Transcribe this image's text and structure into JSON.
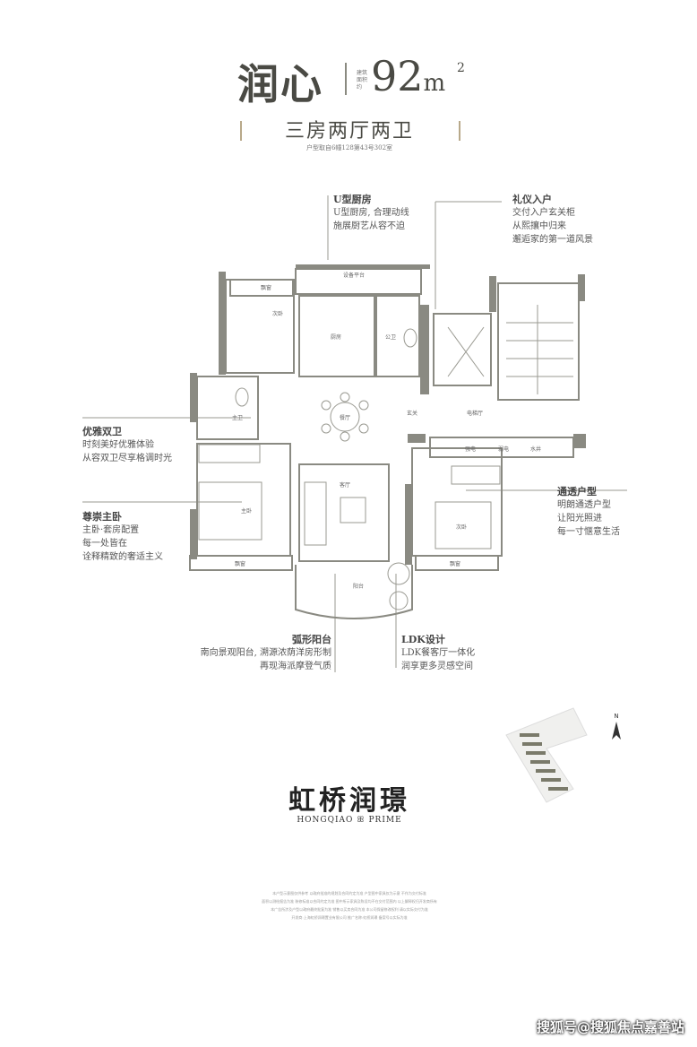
{
  "header": {
    "name": "润心",
    "area_label": "建筑面积约",
    "area_value": "92",
    "area_unit": "m",
    "area_sup": "2",
    "layout": "三房两厅两卫",
    "unit_note": "户型取自6幢128第43号302室"
  },
  "annotations": [
    {
      "title": "U型厨房",
      "lines": [
        "U型厨房, 合理动线",
        "施展厨艺从容不迫"
      ]
    },
    {
      "title": "礼仪入户",
      "lines": [
        "交付入户玄关柜",
        "从熙攘中归来",
        "邂逅家的第一道风景"
      ]
    },
    {
      "title": "优雅双卫",
      "lines": [
        "时刻美好优雅体验",
        "从容双卫尽享格调时光"
      ]
    },
    {
      "title": "尊崇主卧",
      "lines": [
        "主卧·套房配置",
        "每一处皆在",
        "诠释精致的奢适主义"
      ]
    },
    {
      "title": "通透户型",
      "lines": [
        "明朗通透户型",
        "让阳光照进",
        "每一寸惬意生活"
      ]
    },
    {
      "title": "弧形阳台",
      "lines": [
        "南向景观阳台, 溯源浓荫洋房形制",
        "再现海派摩登气质"
      ]
    },
    {
      "title": "LDK设计",
      "lines": [
        "LDK餐客厅一体化",
        "润享更多灵感空间"
      ]
    }
  ],
  "plan_labels": {
    "equipment": "设备平台",
    "bay1": "飘窗",
    "bedroom2": "次卧",
    "kitchen": "厨房",
    "bath1": "公卫",
    "dining": "餐厅",
    "entry": "玄关",
    "elevator": "电梯厅",
    "bath2": "主卫",
    "living": "客厅",
    "master": "主卧",
    "bedroom3": "次卧",
    "bay2": "飘窗",
    "bay3": "飘窗",
    "balcony": "阳台",
    "m1": "强电",
    "m2": "弱电",
    "m3": "水井"
  },
  "compass": "N",
  "brand": {
    "cn": "虹桥润璟",
    "en": "HONGQIAO ꕥ PRIME"
  },
  "disclaimer": [
    "本户型示意图仅供参考 以政府批准的规划及合同约定为准 户型图中家具仅为示意 不作为交付标准",
    "面积以测绘报告为准 装修标准以合同约定为准 图中所示家具及陈设均不在交付范围内 以上解释权归开发商所有",
    "本广告所涉及户型以政府最终批复为准 销售以买卖合同为准 本公司保留修改权利 请以实际交付为准",
    "开发商:上海虹桥润璟置业有限公司 推广名称:虹桥润璟 备案号以实际为准"
  ],
  "watermark": "搜狐号@搜狐焦点嘉善站"
}
